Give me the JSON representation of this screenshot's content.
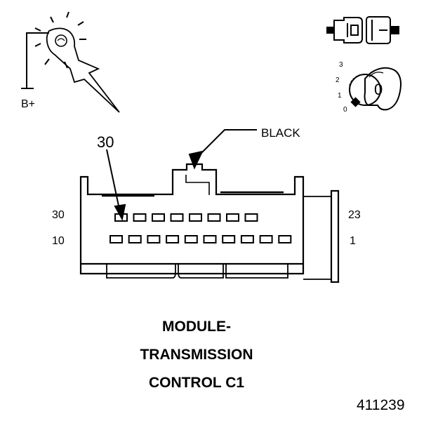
{
  "test_lamp": {
    "supply_label": "B+"
  },
  "ignition": {
    "positions": [
      "3",
      "2",
      "1",
      "0"
    ],
    "key_label": "0"
  },
  "connector": {
    "color_callout": "BLACK",
    "pin_callout": "30",
    "top_row": {
      "left_pin": "30",
      "right_pin": "23",
      "cavity_count": 8
    },
    "bottom_row": {
      "left_pin": "10",
      "right_pin": "1",
      "cavity_count": 10
    }
  },
  "title": {
    "line1": "MODULE-",
    "line2": "TRANSMISSION",
    "line3": "CONTROL C1"
  },
  "figure_number": "411239"
}
